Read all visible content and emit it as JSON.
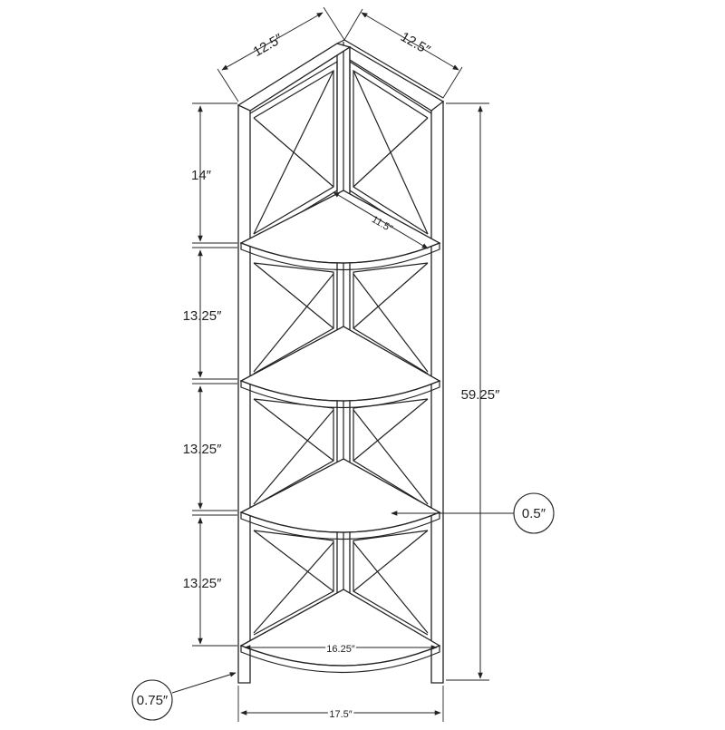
{
  "dimensions": {
    "depth_left": "12.5″",
    "depth_right": "12.5″",
    "top_section": "14″",
    "section_2": "13.25″",
    "section_3": "13.25″",
    "section_4": "13.25″",
    "total_height": "59.25″",
    "top_shelf_depth": "11.5″",
    "shelf_thickness": "0.5″",
    "bottom_shelf_width": "16.25″",
    "leg_thickness": "0.75″",
    "overall_width": "17.5″"
  }
}
